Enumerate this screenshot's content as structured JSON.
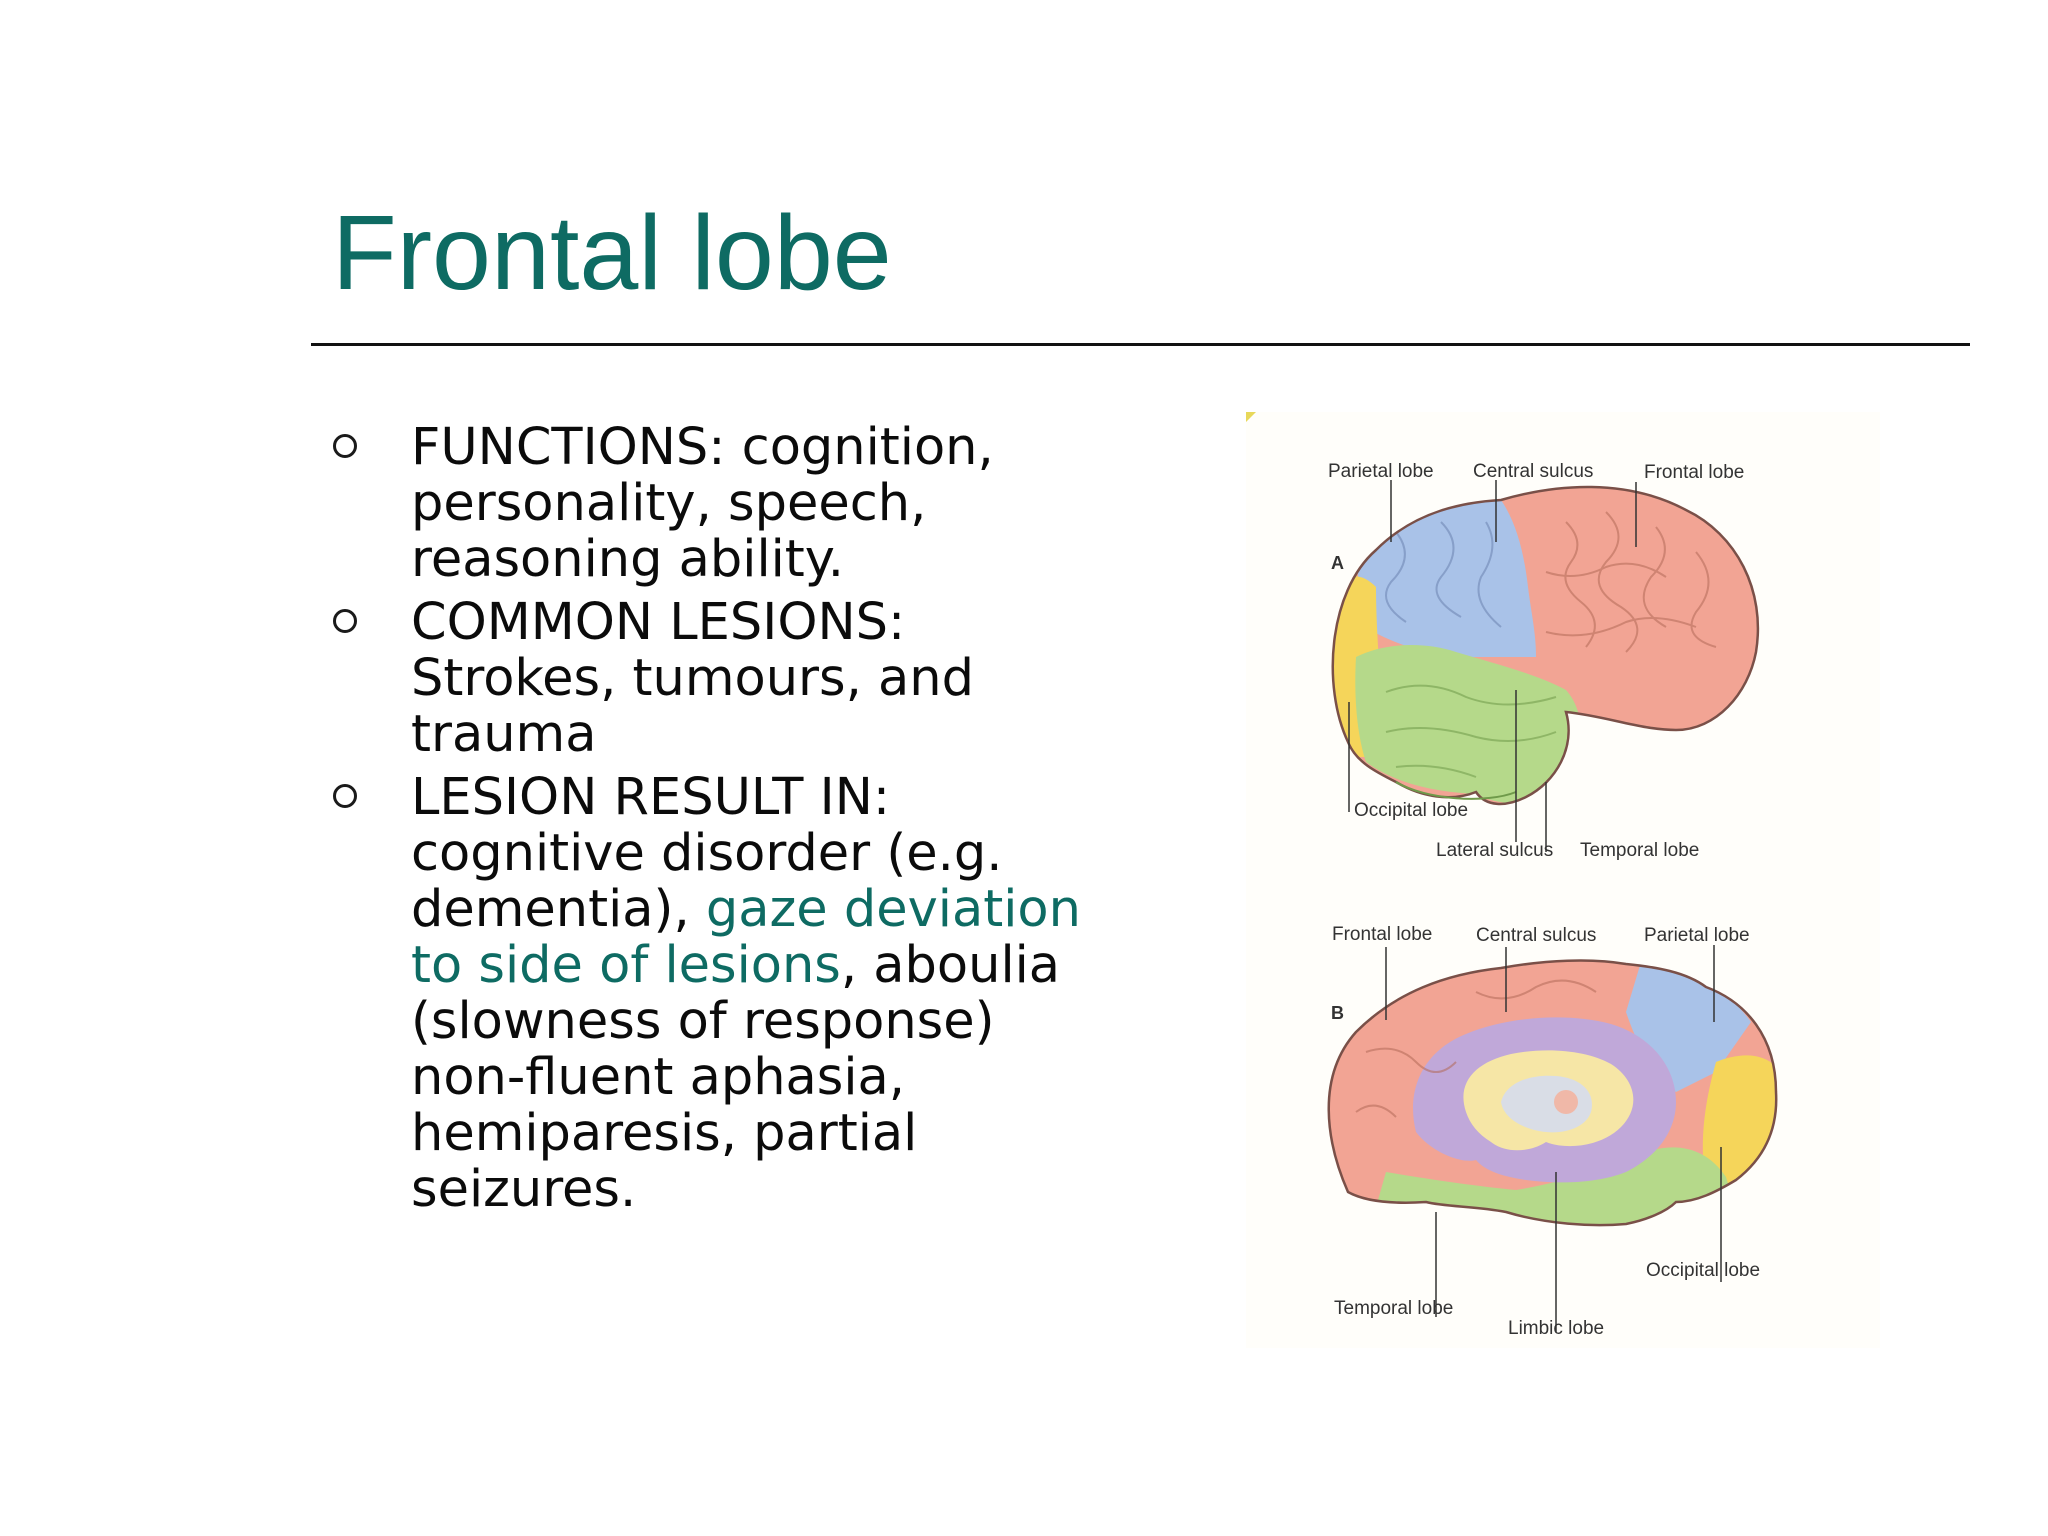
{
  "slide": {
    "title": "Frontal lobe",
    "bullets": [
      {
        "text": "FUNCTIONS: cognition, personality, speech, reasoning ability."
      },
      {
        "text": "COMMON LESIONS: Strokes, tumours, and trauma"
      },
      {
        "text_before": "LESION RESULT IN: cognitive disorder (e.g. dementia), ",
        "highlight": "gaze deviation to side of lesions",
        "text_after": ", aboulia (slowness of response) non-fluent aphasia, hemiparesis, partial seizures."
      }
    ],
    "colors": {
      "title": "#0e6b63",
      "highlight": "#0e6b63",
      "frontal": "#f2a494",
      "parietal": "#a9c2e8",
      "occipital": "#f5d55a",
      "temporal": "#b5d98a",
      "limbic": "#c0a8d9"
    }
  },
  "figure": {
    "panel_a": {
      "letter": "A",
      "labels": {
        "parietal": "Parietal lobe",
        "central": "Central sulcus",
        "frontal": "Frontal lobe",
        "occipital": "Occipital lobe",
        "lateral": "Lateral sulcus",
        "temporal": "Temporal lobe"
      }
    },
    "panel_b": {
      "letter": "B",
      "labels": {
        "frontal": "Frontal lobe",
        "central": "Central sulcus",
        "parietal": "Parietal lobe",
        "occipital": "Occipital lobe",
        "temporal": "Temporal lobe",
        "limbic": "Limbic lobe"
      }
    }
  }
}
